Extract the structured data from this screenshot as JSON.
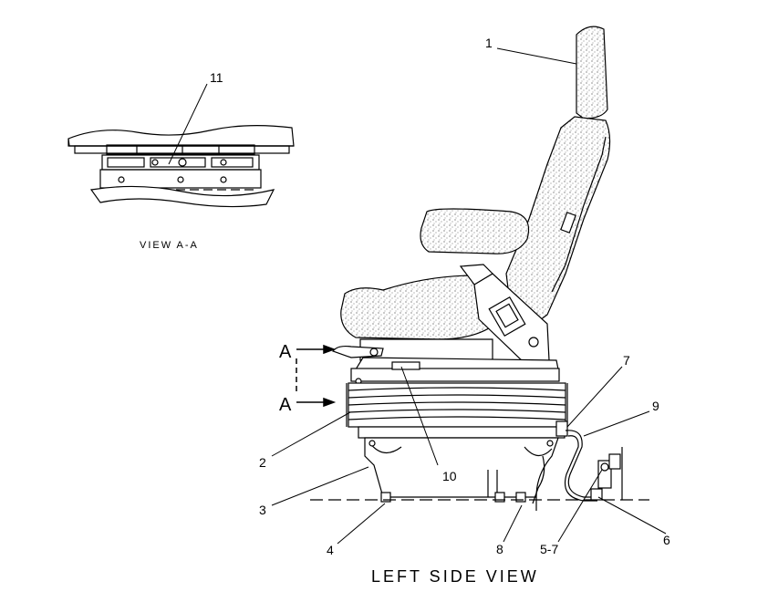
{
  "diagram": {
    "main_view_label": "LEFT SIDE VIEW",
    "inset_view_label": "VIEW A-A",
    "section_marker_top": "A",
    "section_marker_bottom": "A",
    "callouts": {
      "c1": "1",
      "c2": "2",
      "c3": "3",
      "c4": "4",
      "c5_7": "5-7",
      "c6": "6",
      "c7": "7",
      "c8": "8",
      "c9": "9",
      "c10": "10",
      "c11": "11"
    }
  }
}
